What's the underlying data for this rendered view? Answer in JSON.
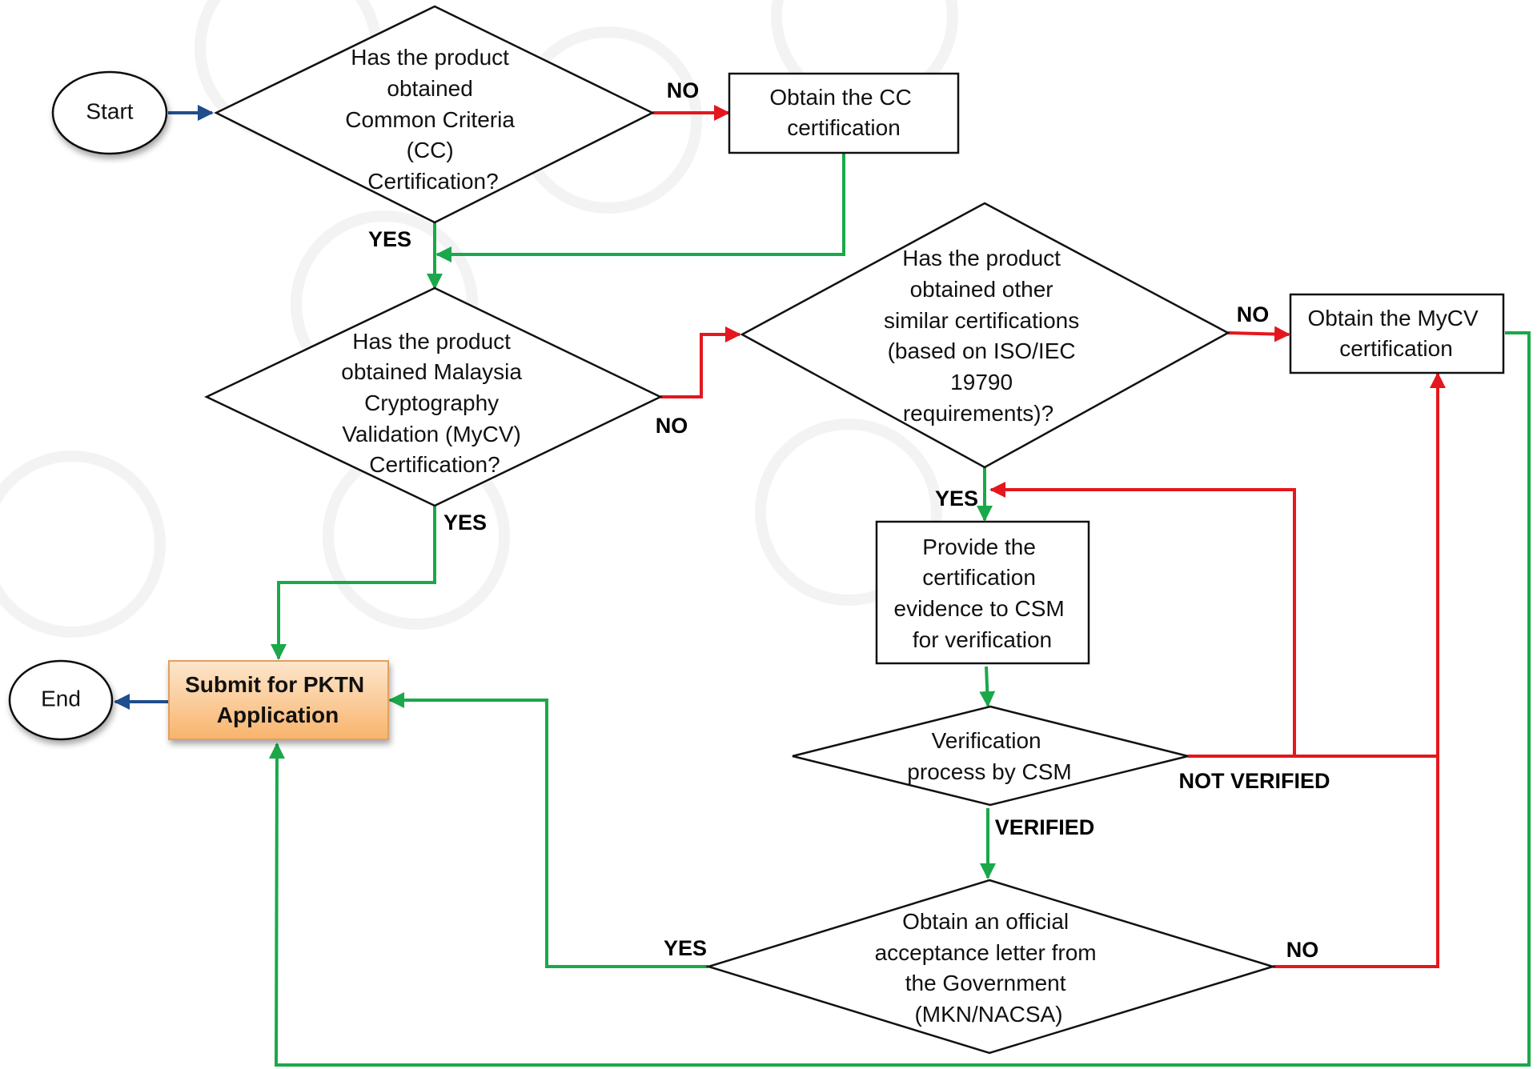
{
  "colors": {
    "green": "#1aa84a",
    "red": "#e3171d",
    "blue": "#1f4e8c",
    "box_border": "#111111",
    "orange_top": "#fde6cc",
    "orange_bottom": "#f8b46c"
  },
  "nodes": {
    "start": "Start",
    "end": "End",
    "q_cc": [
      "Has the product",
      "obtained",
      "Common Criteria",
      "(CC)",
      "Certification?"
    ],
    "obtain_cc": [
      "Obtain the CC",
      "certification"
    ],
    "q_mycv": [
      "Has the product",
      "obtained Malaysia",
      "Cryptography",
      "Validation (MyCV)",
      "Certification?"
    ],
    "q_other": [
      "Has the product",
      "obtained other",
      "similar certifications",
      "(based on ISO/IEC",
      "19790",
      "requirements)?"
    ],
    "obtain_mycv": [
      "Obtain the MyCV",
      "certification"
    ],
    "provide_evidence": [
      "Provide the",
      "certification",
      "evidence to CSM",
      "for verification"
    ],
    "verification": [
      "Verification",
      "process by CSM"
    ],
    "acceptance": [
      "Obtain an official",
      "acceptance letter from",
      "the Government",
      "(MKN/NACSA)"
    ],
    "submit": [
      "Submit for PKTN",
      "Application"
    ]
  },
  "labels": {
    "cc_no": "NO",
    "cc_yes": "YES",
    "mycv_no": "NO",
    "mycv_yes": "YES",
    "other_no": "NO",
    "other_yes": "YES",
    "not_verified": "NOT VERIFIED",
    "verified": "VERIFIED",
    "acc_yes": "YES",
    "acc_no": "NO"
  }
}
